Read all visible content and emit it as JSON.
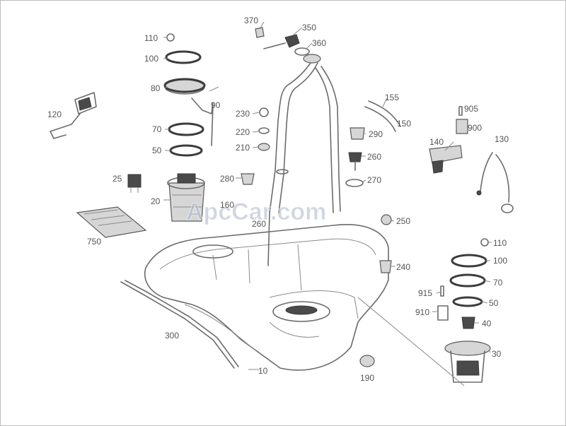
{
  "watermark": "ApcCar.com",
  "labels": {
    "l10": "10",
    "l20": "20",
    "l25": "25",
    "l30": "30",
    "l40": "40",
    "l50a": "50",
    "l50b": "50",
    "l70a": "70",
    "l70b": "70",
    "l80": "80",
    "l90": "90",
    "l100a": "100",
    "l100b": "100",
    "l110a": "110",
    "l110b": "110",
    "l120": "120",
    "l130": "130",
    "l140": "140",
    "l150": "150",
    "l155": "155",
    "l160": "160",
    "l190": "190",
    "l210": "210",
    "l220": "220",
    "l230": "230",
    "l240": "240",
    "l250": "250",
    "l260a": "260",
    "l260b": "260",
    "l270": "270",
    "l280": "280",
    "l290": "290",
    "l300": "300",
    "l350": "350",
    "l360": "360",
    "l370": "370",
    "l750": "750",
    "l905": "905",
    "l900": "900",
    "l910": "910",
    "l915": "915"
  }
}
